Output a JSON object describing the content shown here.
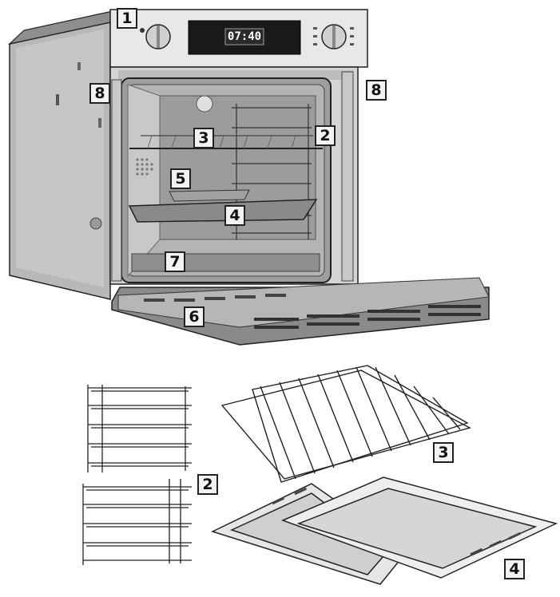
{
  "display": {
    "clock": "07:40"
  },
  "callouts": {
    "c1": "1",
    "c2_oven": "2",
    "c3_oven": "3",
    "c4_oven": "4",
    "c5": "5",
    "c6": "6",
    "c7": "7",
    "c8_left": "8",
    "c8_right": "8",
    "c2_parts": "2",
    "c3_parts": "3",
    "c4_parts": "4"
  }
}
